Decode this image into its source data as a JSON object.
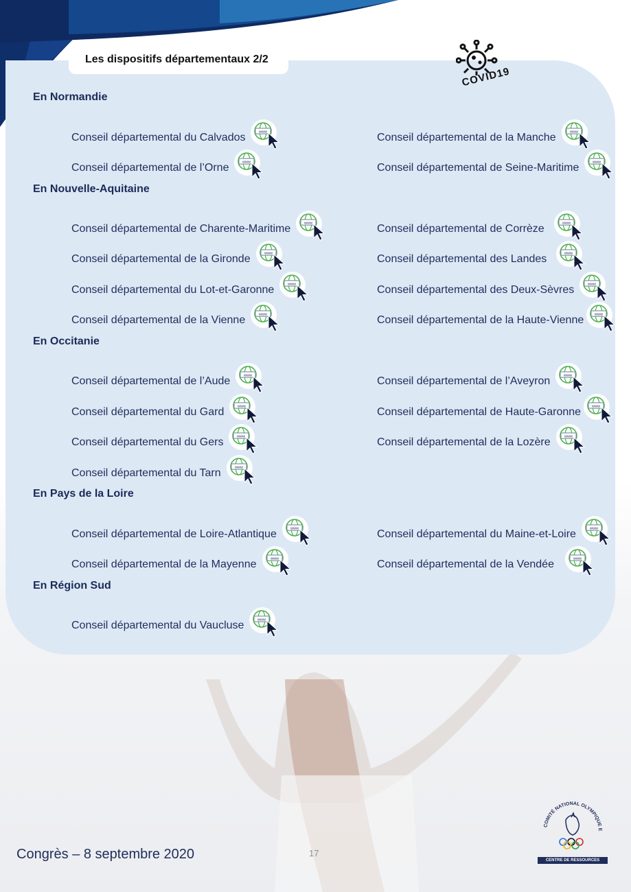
{
  "header": {
    "title": "Les dispositifs départementaux 2/2",
    "badge": "COVID19"
  },
  "sections": [
    {
      "heading": "En Normandie",
      "items": [
        {
          "label": "Conseil départemental du Calvados"
        },
        {
          "label": "Conseil départemental de la Manche"
        },
        {
          "label": "Conseil départemental de l’Orne"
        },
        {
          "label": "Conseil départemental de Seine-Maritime"
        }
      ]
    },
    {
      "heading": "En Nouvelle-Aquitaine",
      "items": [
        {
          "label": "Conseil départemental de Charente-Maritime"
        },
        {
          "label": "Conseil départemental de Corrèze"
        },
        {
          "label": "Conseil départemental de la Gironde"
        },
        {
          "label": "Conseil départemental des Landes"
        },
        {
          "label": "Conseil départemental du Lot-et-Garonne"
        },
        {
          "label": "Conseil départemental des Deux-Sèvres"
        },
        {
          "label": "Conseil départemental de la Vienne"
        },
        {
          "label": "Conseil départemental de la Haute-Vienne"
        }
      ]
    },
    {
      "heading": "En Occitanie",
      "items": [
        {
          "label": "Conseil départemental de l’Aude"
        },
        {
          "label": "Conseil départemental de l’Aveyron"
        },
        {
          "label": "Conseil départemental du Gard"
        },
        {
          "label": "Conseil départemental de Haute-Garonne"
        },
        {
          "label": "Conseil départemental du Gers"
        },
        {
          "label": "Conseil départemental de la Lozère"
        },
        {
          "label": "Conseil départemental du Tarn"
        }
      ]
    },
    {
      "heading": "En Pays de la Loire",
      "items": [
        {
          "label": "Conseil départemental de Loire-Atlantique"
        },
        {
          "label": "Conseil départemental du Maine-et-Loire"
        },
        {
          "label": "Conseil départemental de la Mayenne"
        },
        {
          "label": "Conseil départemental de la Vendée"
        }
      ]
    },
    {
      "heading": "En Région Sud",
      "items": [
        {
          "label": "Conseil départemental du Vaucluse"
        }
      ]
    }
  ],
  "footer": {
    "event": "Congrès – 8 septembre 2020",
    "page": "17",
    "logo_text": "COMITÉ NATIONAL OLYMPIQUE ET SPORTIF FRANÇAIS",
    "logo_bar": "CENTRE DE RESSOURCES"
  },
  "icons": {
    "link": "www-globe-cursor-icon",
    "badge": "virus-icon"
  },
  "colors": {
    "panel": "#dde8f5",
    "heading": "#1a2b57",
    "accent": "#0f3d7a"
  }
}
